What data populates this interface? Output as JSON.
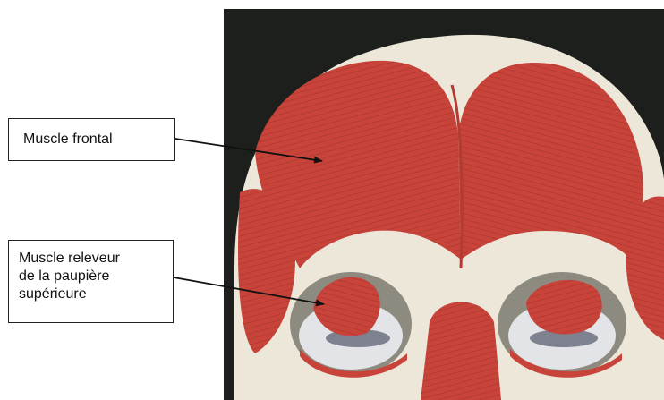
{
  "labels": {
    "frontal": "Muscle frontal",
    "releveur": [
      "Muscle releveur",
      "de la paupière",
      "supérieure"
    ]
  },
  "colors": {
    "background_dark": "#1d1f1c",
    "muscle": "#c8443a",
    "muscle_dark": "#9e2f28",
    "bone": "#ece7d9",
    "bone_shadow": "#cfc8b6",
    "eye_white": "#e3e4e8",
    "arrow": "#111111"
  },
  "icons": {
    "arrow_frontal": "arrow-icon",
    "arrow_releveur": "arrow-icon"
  }
}
